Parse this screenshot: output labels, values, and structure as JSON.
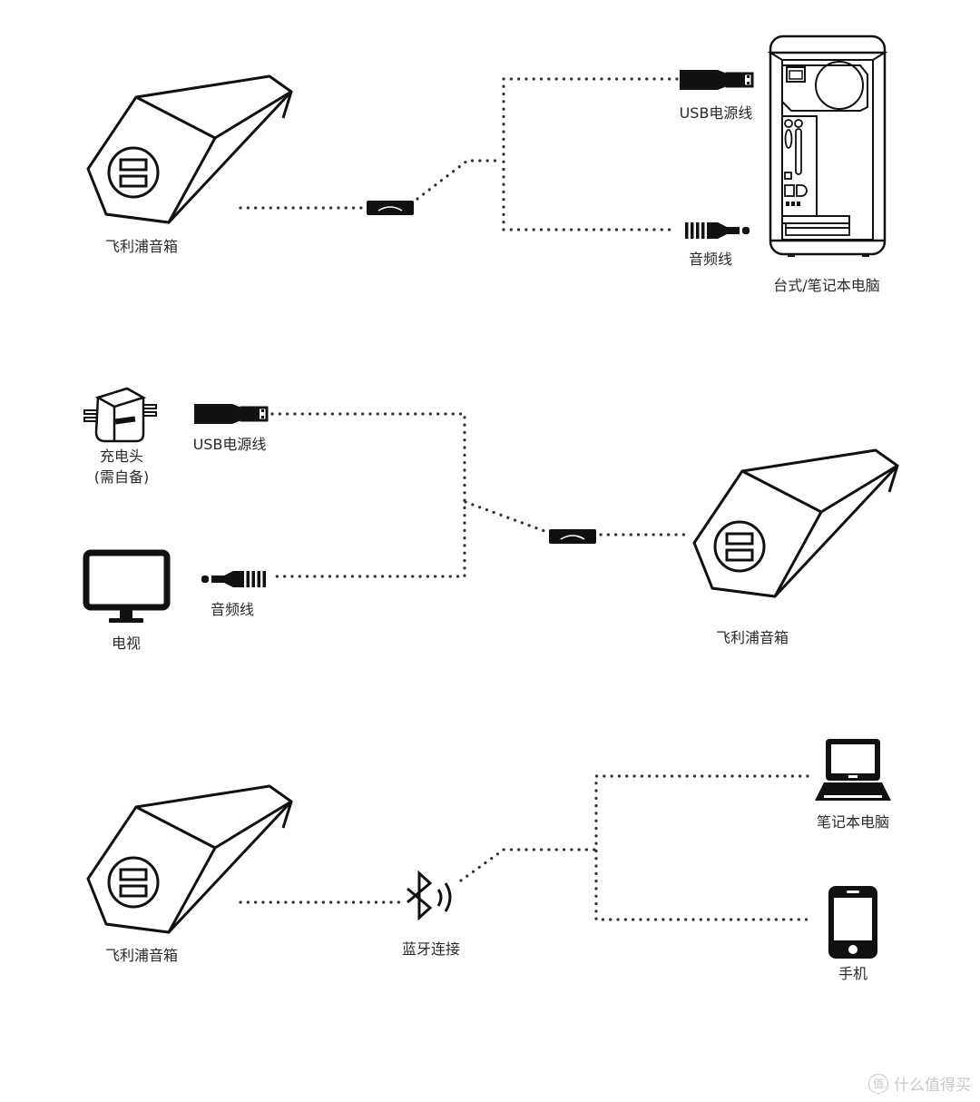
{
  "sections": [
    {
      "id": "pc",
      "speaker_label": "飞利浦音箱",
      "usb_cable_label": "USB电源线",
      "audio_cable_label": "音频线",
      "device_label": "台式/笔记本电脑"
    },
    {
      "id": "tv",
      "charger_label": "充电头",
      "charger_note": "(需自备)",
      "usb_cable_label": "USB电源线",
      "audio_cable_label": "音频线",
      "device_label": "电视",
      "speaker_label": "飞利浦音箱"
    },
    {
      "id": "bluetooth",
      "speaker_label": "飞利浦音箱",
      "connection_label": "蓝牙连接",
      "laptop_label": "笔记本电脑",
      "phone_label": "手机"
    }
  ],
  "watermark": {
    "badge": "值",
    "text": "什么值得买"
  }
}
